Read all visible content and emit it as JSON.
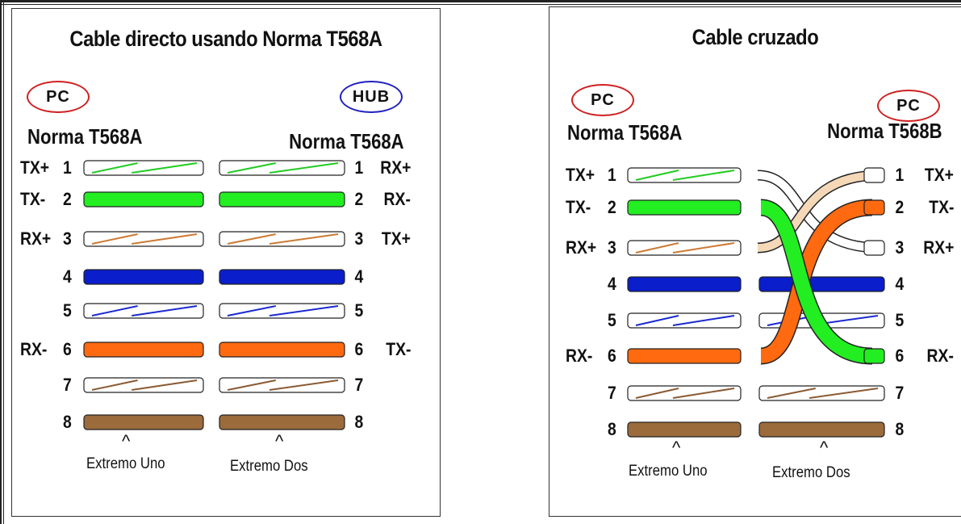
{
  "left_panel": {
    "title": "Cable directo usando Norma T568A",
    "device_left": "PC",
    "device_right": "HUB",
    "norm_left": "Norma T568A",
    "norm_right": "Norma T568A",
    "pins_left": [
      "1",
      "2",
      "3",
      "4",
      "5",
      "6",
      "7",
      "8"
    ],
    "signals_left": [
      "TX+",
      "TX-",
      "RX+",
      "",
      "",
      "RX-",
      "",
      ""
    ],
    "pins_right": [
      "1",
      "2",
      "3",
      "4",
      "5",
      "6",
      "7",
      "8"
    ],
    "signals_right": [
      "RX+",
      "RX-",
      "TX+",
      "",
      "",
      "TX-",
      "",
      ""
    ],
    "end_one": "Extremo Uno",
    "end_two": "Extremo Dos",
    "wires": [
      {
        "base": "#ffffff",
        "stripe": "#22cc22"
      },
      {
        "base": "#22ee22",
        "stripe": ""
      },
      {
        "base": "#ffffff",
        "stripe": "#cc7a33"
      },
      {
        "base": "#0a1ecc",
        "stripe": ""
      },
      {
        "base": "#ffffff",
        "stripe": "#1a2ad0"
      },
      {
        "base": "#ff6a10",
        "stripe": ""
      },
      {
        "base": "#ffffff",
        "stripe": "#8a5a33"
      },
      {
        "base": "#9b6b3c",
        "stripe": ""
      }
    ]
  },
  "right_panel": {
    "title": "Cable cruzado",
    "device_left": "PC",
    "device_right": "PC",
    "norm_left": "Norma T568A",
    "norm_right": "Norma T568B",
    "pins_left": [
      "1",
      "2",
      "3",
      "4",
      "5",
      "6",
      "7",
      "8"
    ],
    "signals_left": [
      "TX+",
      "TX-",
      "RX+",
      "",
      "",
      "RX-",
      "",
      ""
    ],
    "pins_right": [
      "1",
      "2",
      "3",
      "4",
      "5",
      "6",
      "7",
      "8"
    ],
    "signals_right": [
      "TX+",
      "TX-",
      "RX+",
      "",
      "",
      "RX-",
      "",
      ""
    ],
    "end_one": "Extremo Uno",
    "end_two": "Extremo Dos"
  }
}
